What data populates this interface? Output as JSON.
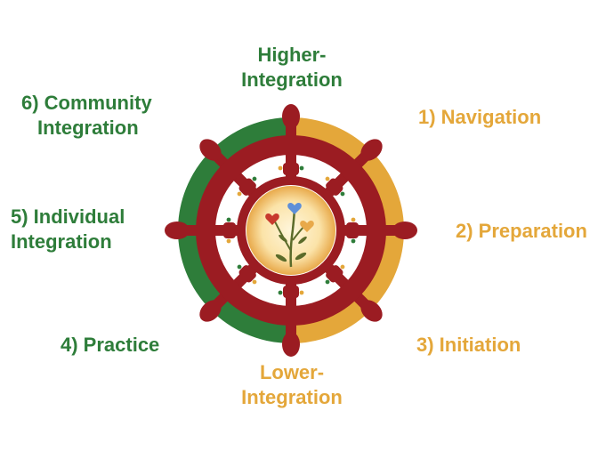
{
  "colors": {
    "green": "#2e7d3a",
    "gold": "#e4a73a",
    "wheel_red": "#9b1c22",
    "hub_light": "#fff6dc",
    "hub_dark": "#e8a94a",
    "stem": "#5b6b2a"
  },
  "labels": {
    "higher_line1": "Higher-",
    "higher_line2": "Integration",
    "navigation": "1) Navigation",
    "preparation": "2) Preparation",
    "initiation": "3) Initiation",
    "lower_line1": "Lower-",
    "lower_line2": "Integration",
    "practice": "4) Practice",
    "individual_line1": "5) Individual",
    "individual_line2": "Integration",
    "community_line1": "6) Community",
    "community_line2": "Integration"
  },
  "icons": {
    "wheel": "ship-wheel-icon",
    "hub": "flower-plant-icon"
  }
}
